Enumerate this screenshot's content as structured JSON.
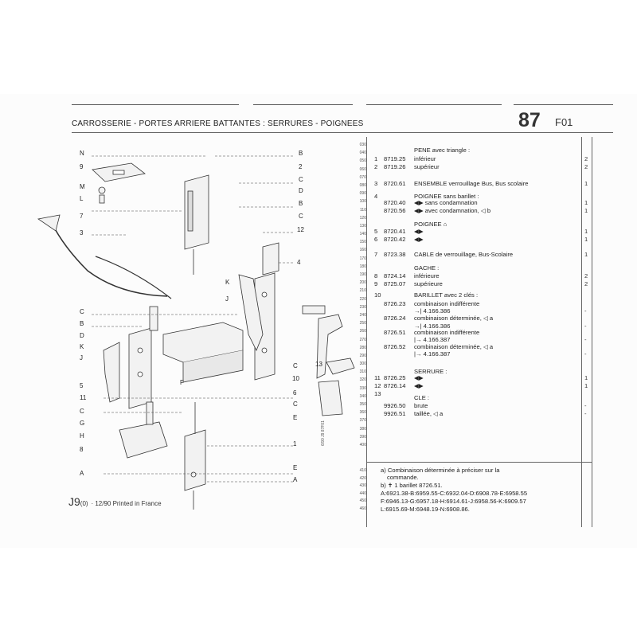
{
  "header": {
    "title": "CARROSSERIE - PORTES ARRIERE BATTANTES : SERRURES - POIGNEES",
    "group_number": "87",
    "sheet_code": "F01"
  },
  "line_numbers": [
    "030",
    "040",
    "050",
    "060",
    "070",
    "080",
    "090",
    "100",
    "110",
    "120",
    "130",
    "140",
    "150",
    "160",
    "170",
    "180",
    "190",
    "200",
    "210",
    "220",
    "230",
    "240",
    "250",
    "260",
    "270",
    "280",
    "290",
    "300",
    "310",
    "320",
    "330",
    "340",
    "350",
    "360",
    "370",
    "380",
    "390",
    "400"
  ],
  "lower_line_numbers": [
    "410",
    "420",
    "430",
    "440",
    "450",
    "460"
  ],
  "parts": [
    {
      "item": "",
      "ref": "",
      "desc": "PENE avec triangle :",
      "qty": ""
    },
    {
      "item": "1",
      "ref": "8719.25",
      "desc": "inférieur",
      "qty": "2"
    },
    {
      "item": "2",
      "ref": "8719.26",
      "desc": "supérieur",
      "qty": "2"
    },
    {
      "item": "3",
      "ref": "8720.61",
      "desc": "ENSEMBLE verrouillage Bus, Bus scolaire",
      "qty": "1"
    },
    {
      "item": "4",
      "ref": "",
      "desc": "POIGNEE sans barillet :",
      "qty": ""
    },
    {
      "item": "",
      "ref": "8720.40",
      "desc": "◀▶ sans condamnation",
      "qty": "1"
    },
    {
      "item": "",
      "ref": "8720.56",
      "desc": "◀▶ avec condamnation,  ◁ b",
      "qty": "1"
    },
    {
      "item": "",
      "ref": "",
      "desc": "POIGNEE ⌂",
      "qty": ""
    },
    {
      "item": "5",
      "ref": "8720.41",
      "desc": "◀▶",
      "qty": "1"
    },
    {
      "item": "6",
      "ref": "8720.42",
      "desc": "◀▶",
      "qty": "1"
    },
    {
      "item": "7",
      "ref": "8723.38",
      "desc": "CABLE de verrouillage, Bus-Scolaire",
      "qty": "1"
    },
    {
      "item": "",
      "ref": "",
      "desc": "GACHE :",
      "qty": ""
    },
    {
      "item": "8",
      "ref": "8724.14",
      "desc": "inférieure",
      "qty": "2"
    },
    {
      "item": "9",
      "ref": "8725.07",
      "desc": "supérieure",
      "qty": "2"
    },
    {
      "item": "10",
      "ref": "",
      "desc": "BARILLET avec 2 clés :",
      "qty": ""
    },
    {
      "item": "",
      "ref": "8726.23",
      "desc": "combinaison indifférente",
      "qty": ""
    },
    {
      "item": "",
      "ref": "",
      "desc": "→| 4.166.386",
      "qty": "-"
    },
    {
      "item": "",
      "ref": "8726.24",
      "desc": "combinaison déterminée,  ◁ a",
      "qty": ""
    },
    {
      "item": "",
      "ref": "",
      "desc": "→| 4.166.386",
      "qty": "-"
    },
    {
      "item": "",
      "ref": "8726.51",
      "desc": "combinaison indifférente",
      "qty": ""
    },
    {
      "item": "",
      "ref": "",
      "desc": "|→ 4.166.387",
      "qty": "-"
    },
    {
      "item": "",
      "ref": "8726.52",
      "desc": "combinaison déterminée,  ◁ a",
      "qty": ""
    },
    {
      "item": "",
      "ref": "",
      "desc": "|→ 4.166.387",
      "qty": "-"
    },
    {
      "item": "",
      "ref": "",
      "desc": "SERRURE :",
      "qty": ""
    },
    {
      "item": "11",
      "ref": "8726.25",
      "desc": "◀▶",
      "qty": "1"
    },
    {
      "item": "12",
      "ref": "8726.14",
      "desc": "◀▶",
      "qty": "1"
    },
    {
      "item": "13",
      "ref": "",
      "desc": "",
      "qty": ""
    },
    {
      "item": "",
      "ref": "",
      "desc": "CLE :",
      "qty": ""
    },
    {
      "item": "",
      "ref": "9926.50",
      "desc": "brute",
      "qty": "-"
    },
    {
      "item": "",
      "ref": "9926.51",
      "desc": "taillée,  ◁ a",
      "qty": "-"
    }
  ],
  "notes": [
    "a) Combinaison déterminée à préciser sur la",
    "commande.",
    "b)  ✝  1 barillet 8726.51.",
    "A:6921.38-B:6959.55-C:6932.04-D:6908.78-E:6958.55",
    "F:6946.13-G:6957.18-H:6914.61-J:6958.56-K:6909.57",
    "L:6915.69-M:6948.19-N:6908.86."
  ],
  "footer": {
    "code": "J9",
    "suffix": "(0)",
    "printed": "· 12/90 Printed in France"
  },
  "side_stamp": "6/90  J9  87F01",
  "callouts_left": [
    "N",
    "9",
    "M",
    "L",
    "7",
    "3",
    "C",
    "B",
    "D",
    "K",
    "J",
    "5",
    "11",
    "C",
    "G",
    "H",
    "8",
    "A"
  ],
  "callouts_mid": [
    "B",
    "2",
    "C",
    "D",
    "B",
    "C",
    "12",
    "4",
    "K",
    "J",
    "C",
    "6",
    "C",
    "E",
    "1",
    "E",
    "A",
    "F",
    "13",
    "10"
  ]
}
